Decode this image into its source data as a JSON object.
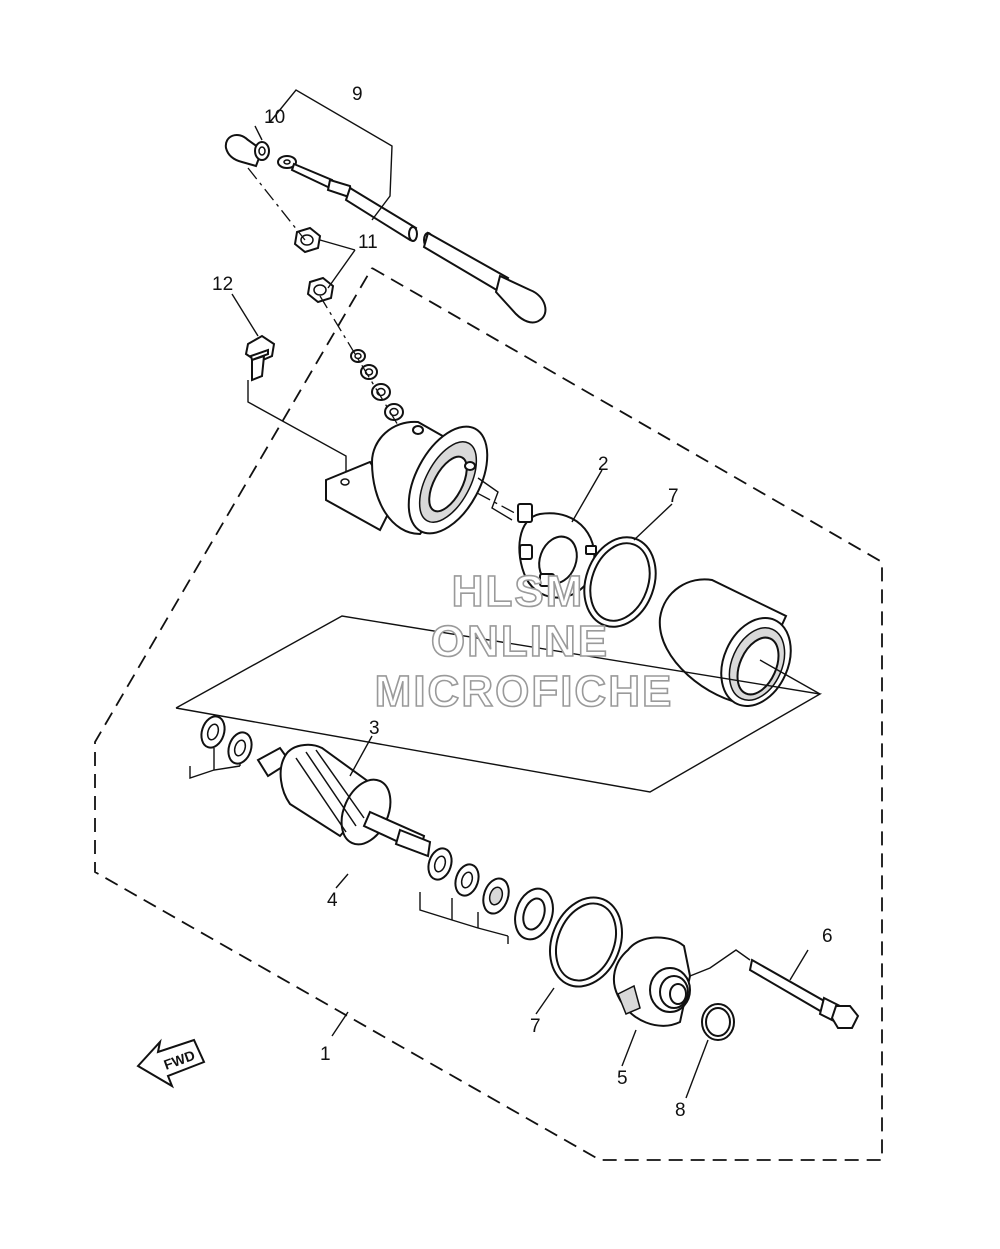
{
  "callouts": {
    "c1": "1",
    "c2": "2",
    "c3": "3",
    "c4": "4",
    "c5": "5",
    "c6": "6",
    "c7a": "7",
    "c7b": "7",
    "c8": "8",
    "c9": "9",
    "c10": "10",
    "c11": "11",
    "c12": "12"
  },
  "watermark": {
    "line1": "HLSM",
    "line2": "ONLINE",
    "line3": "MICROFICHE"
  },
  "fwd_label": "FWD"
}
